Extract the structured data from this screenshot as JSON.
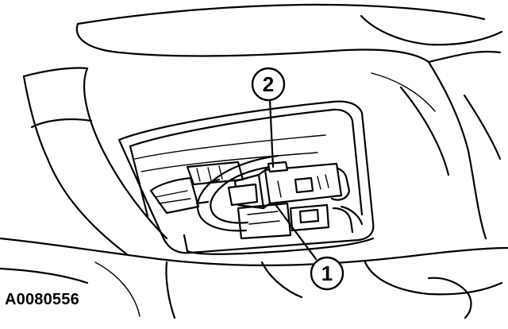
{
  "figure_id": "A0080556",
  "callouts": [
    {
      "label": "1"
    },
    {
      "label": "2"
    }
  ]
}
